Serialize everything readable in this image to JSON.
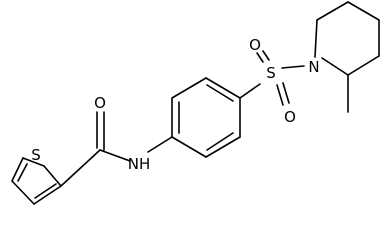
{
  "atoms": {
    "sulfur_thiophene": "S",
    "oxygen_amide": "O",
    "nitrogen_amide": "NH",
    "sulfur_sulfonyl": "S",
    "oxygen_sulfonyl_top": "O",
    "oxygen_sulfonyl_bottom": "O",
    "nitrogen_piperidine": "N"
  }
}
